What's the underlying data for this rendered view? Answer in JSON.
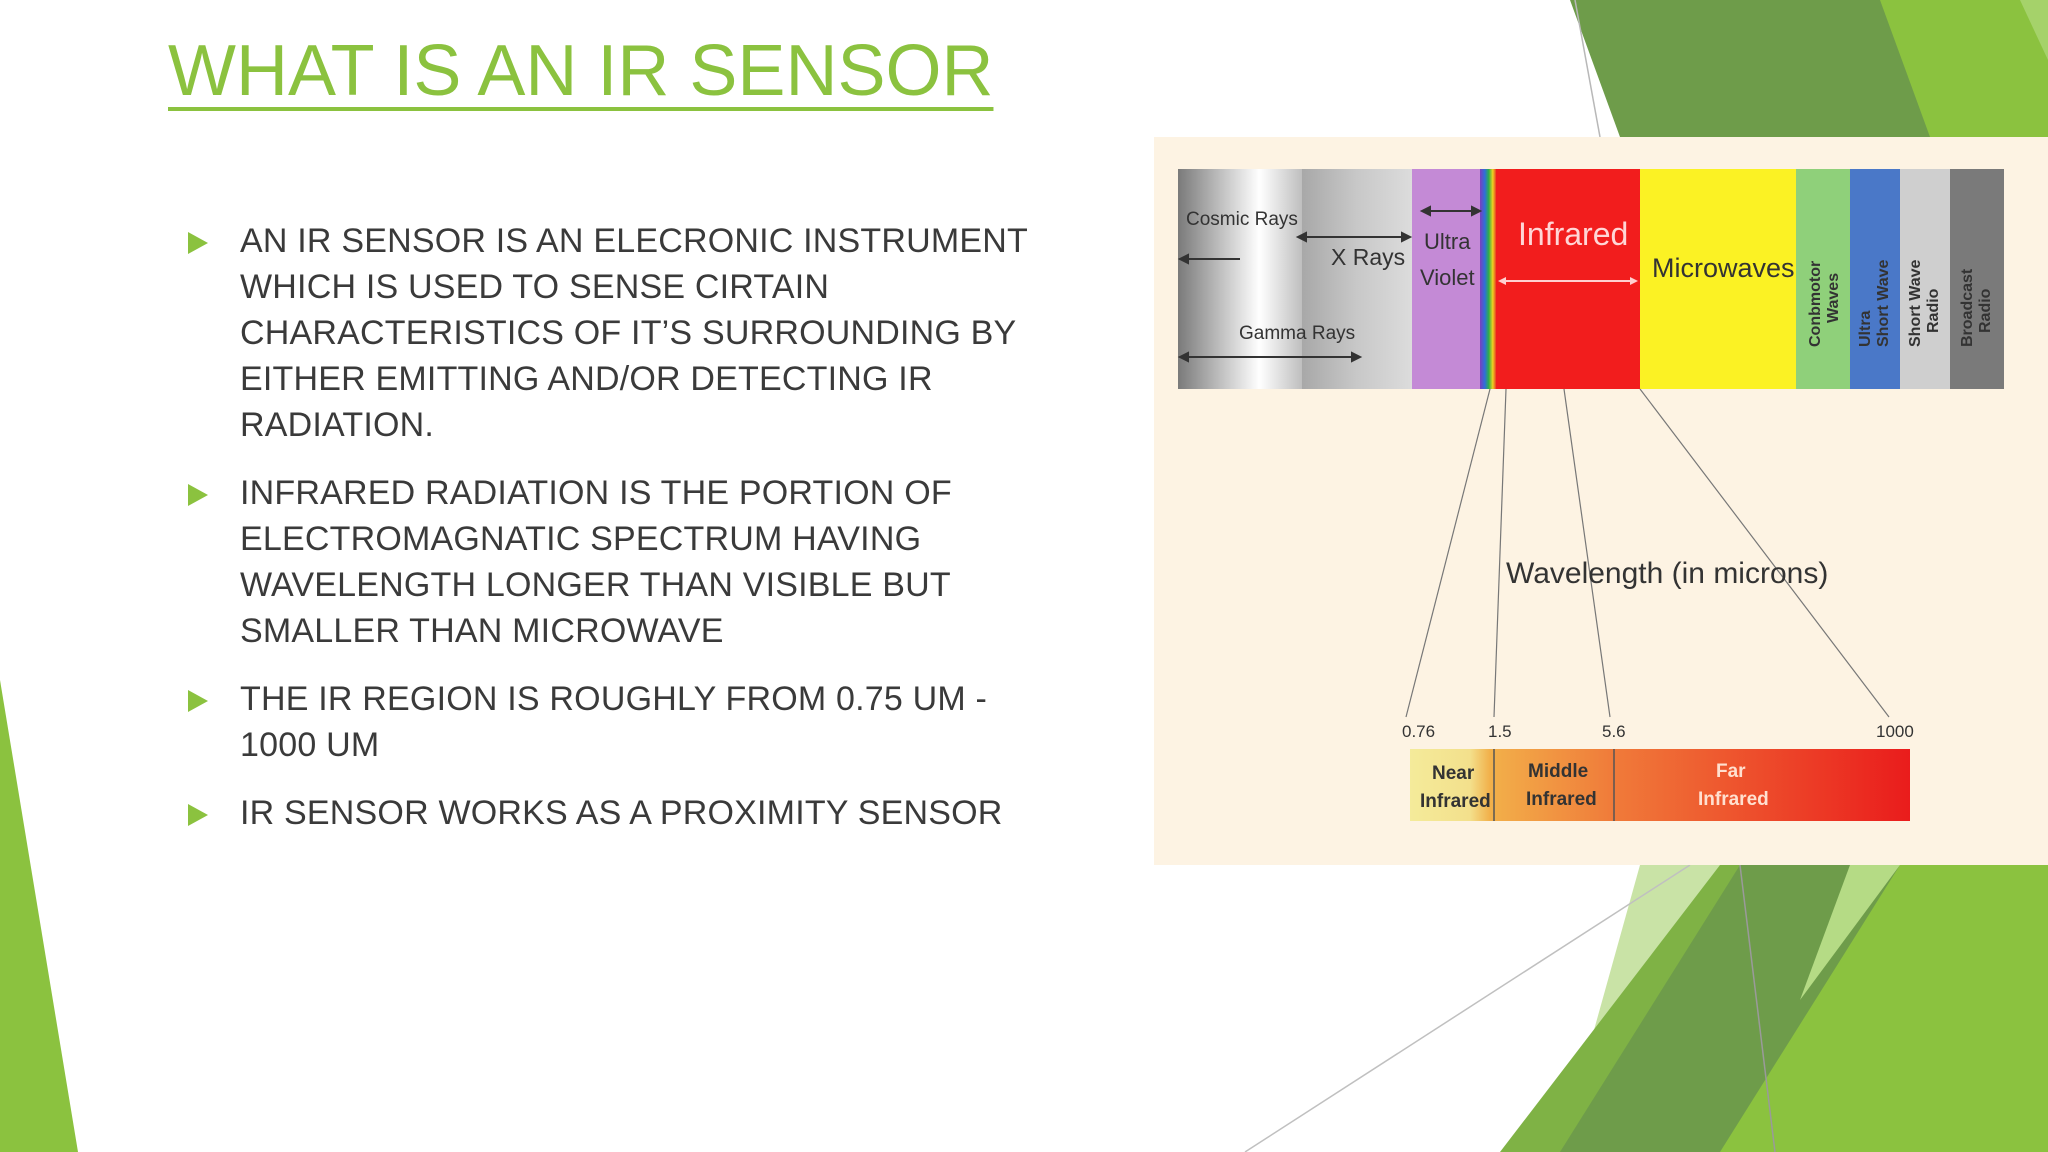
{
  "slide": {
    "title": "WHAT IS AN IR SENSOR",
    "bullets": [
      "AN IR SENSOR IS AN ELECRONIC INSTRUMENT WHICH IS USED TO SENSE CIRTAIN CHARACTERISTICS OF IT’S SURROUNDING BY EITHER EMITTING AND/OR DETECTING IR RADIATION.",
      "INFRARED RADIATION IS THE PORTION OF ELECTROMAGNATIC SPECTRUM HAVING WAVELENGTH LONGER THAN VISIBLE BUT SMALLER THAN MICROWAVE",
      "THE IR REGION IS ROUGHLY FROM 0.75 UM - 1000 UM",
      "IR SENSOR WORKS AS A PROXIMITY SENSOR"
    ]
  },
  "theme": {
    "accent": "#8bc23f",
    "dark_green": "#6e9c4a",
    "text": "#3a3a3a"
  },
  "diagram": {
    "bands": {
      "cosmic": "Cosmic Rays",
      "gamma": "Gamma Rays",
      "xray": "X Rays",
      "uv_line1": "Ultra",
      "uv_line2": "Violet",
      "infrared": "Infrared",
      "microwaves": "Microwaves",
      "conbmotor_line1": "Conbmotor",
      "conbmotor_line2": "Waves",
      "ultrashort_line1": "Ultra",
      "ultrashort_line2": "Short Wave",
      "shortwave_line1": "Short Wave",
      "shortwave_line2": "Radio",
      "broadcast_line1": "Broadcast",
      "broadcast_line2": "Radio"
    },
    "wavelength_label": "Wavelength (in microns)",
    "ticks": [
      "0.76",
      "1.5",
      "5.6",
      "1000"
    ],
    "regions": [
      {
        "line1": "Near",
        "line2": "Infrared"
      },
      {
        "line1": "Middle",
        "line2": "Infrared"
      },
      {
        "line1": "Far",
        "line2": "Infrared"
      }
    ]
  }
}
